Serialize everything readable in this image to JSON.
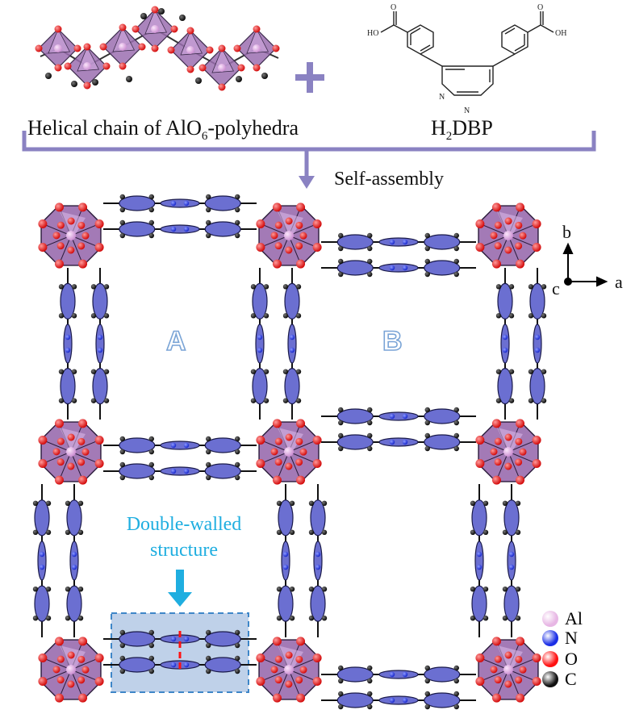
{
  "labels": {
    "chain_prefix": "Helical chain of AlO",
    "chain_sub": "6",
    "chain_suffix": "-polyhedra",
    "ligand_prefix": "H",
    "ligand_sub": "2",
    "ligand_suffix": "DBP",
    "self_assembly": "Self-assembly",
    "ligand_hooc": "HO",
    "ligand_cooh": "OH",
    "ligand_o": "O",
    "ligand_n": "N"
  },
  "axes": {
    "b": "b",
    "a": "a",
    "c": "c"
  },
  "pores": {
    "a": "A",
    "b": "B"
  },
  "annotation": {
    "line1": "Double-walled",
    "line2": "structure"
  },
  "legend": [
    {
      "label": "Al",
      "color": "#e7b6e4"
    },
    {
      "label": "N",
      "color": "#1a2ee6"
    },
    {
      "label": "O",
      "color": "#ff1111"
    },
    {
      "label": "C",
      "color": "#111111"
    }
  ],
  "colors": {
    "polyhedron": "#9b6fb0",
    "ring": "#6b6fd1",
    "bracket": "#8a82c2",
    "highlight": "#aac2e2"
  }
}
